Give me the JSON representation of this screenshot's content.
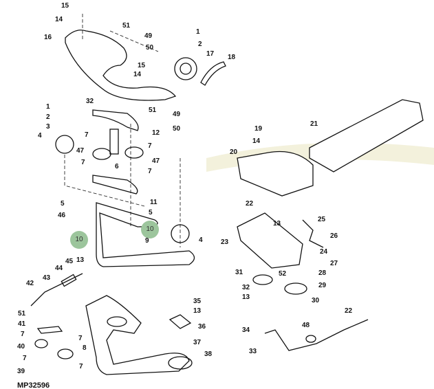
{
  "diagram_code": "MP32596",
  "callouts": [
    "15",
    "14",
    "51",
    "16",
    "49",
    "50",
    "1",
    "2",
    "17",
    "18",
    "15",
    "14",
    "32",
    "51",
    "49",
    "50",
    "1",
    "2",
    "3",
    "4",
    "12",
    "7",
    "7",
    "47",
    "47",
    "7",
    "6",
    "7",
    "19",
    "21",
    "14",
    "20",
    "5",
    "46",
    "11",
    "5",
    "10",
    "9",
    "10",
    "4",
    "22",
    "25",
    "13",
    "26",
    "23",
    "24",
    "27",
    "31",
    "52",
    "28",
    "32",
    "29",
    "13",
    "30",
    "45",
    "13",
    "44",
    "43",
    "42",
    "35",
    "13",
    "36",
    "37",
    "38",
    "51",
    "41",
    "7",
    "7",
    "40",
    "8",
    "7",
    "7",
    "39",
    "22",
    "34",
    "48",
    "33"
  ],
  "colors": {
    "highlight": "#9cc59c",
    "line": "#111111"
  }
}
